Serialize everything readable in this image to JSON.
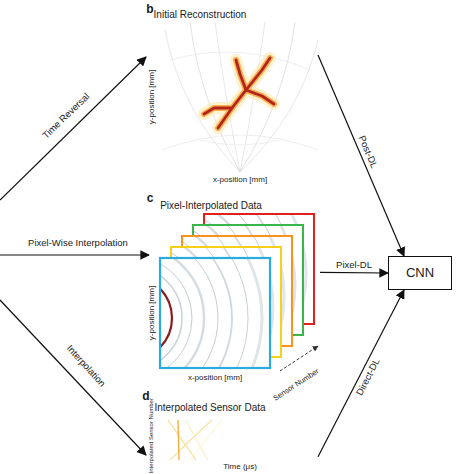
{
  "diagram": {
    "nodes": [
      {
        "text": [
          "b",
          "Initial Reconstruction",
          "y-position [mm]",
          "x-position [mm]"
        ]
      },
      {
        "text": [
          "c",
          "Pixel-Interpolated Data",
          "y-position [mm]",
          "x-position [mm]",
          "Sensor Number"
        ]
      },
      {
        "text": [
          "d",
          "Interpolated Sensor Data",
          "Interpolated Sensor Number",
          "Time (μs)"
        ]
      },
      {
        "text": [
          "CNN"
        ]
      }
    ],
    "edges": [
      {
        "from": 0,
        "to": 3,
        "label": "Post-DL",
        "arrow": "to"
      },
      {
        "from": 1,
        "to": 3,
        "label": "Pixel-DL",
        "arrow": "to"
      },
      {
        "from": 2,
        "to": 3,
        "label": "Direct-DL",
        "arrow": "to"
      }
    ],
    "labels": [
      "Time Reversal",
      "Pixel-Wise Interpolation",
      "Interpolation"
    ]
  }
}
